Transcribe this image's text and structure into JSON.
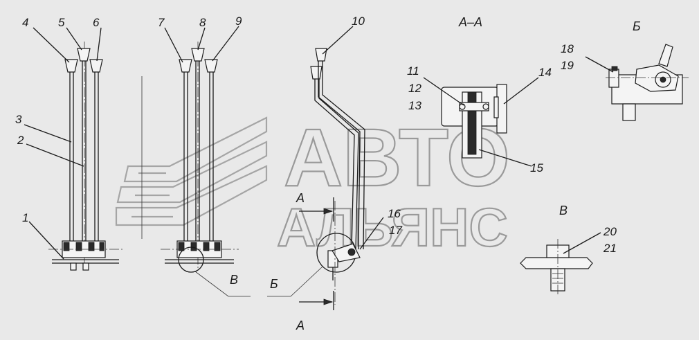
{
  "callouts": [
    {
      "id": "c1",
      "text": "1"
    },
    {
      "id": "c2",
      "text": "2"
    },
    {
      "id": "c3",
      "text": "3"
    },
    {
      "id": "c4",
      "text": "4"
    },
    {
      "id": "c5",
      "text": "5"
    },
    {
      "id": "c6",
      "text": "6"
    },
    {
      "id": "c7",
      "text": "7"
    },
    {
      "id": "c8",
      "text": "8"
    },
    {
      "id": "c9",
      "text": "9"
    },
    {
      "id": "c10",
      "text": "10"
    },
    {
      "id": "c11",
      "text": "11"
    },
    {
      "id": "c12",
      "text": "12"
    },
    {
      "id": "c13",
      "text": "13"
    },
    {
      "id": "c14",
      "text": "14"
    },
    {
      "id": "c15",
      "text": "15"
    },
    {
      "id": "c16",
      "text": "16"
    },
    {
      "id": "c17",
      "text": "17"
    },
    {
      "id": "c18",
      "text": "18"
    },
    {
      "id": "c19",
      "text": "19"
    },
    {
      "id": "c20",
      "text": "20"
    },
    {
      "id": "c21",
      "text": "21"
    }
  ],
  "views": {
    "section_aa": "А–А",
    "view_b": "Б",
    "view_v": "В",
    "label_v_main": "В",
    "label_b_main": "Б",
    "cut_a_top": "А",
    "cut_a_bottom": "А"
  },
  "watermark": {
    "line1": "АВТО",
    "line2": "АЛЬЯНС"
  }
}
